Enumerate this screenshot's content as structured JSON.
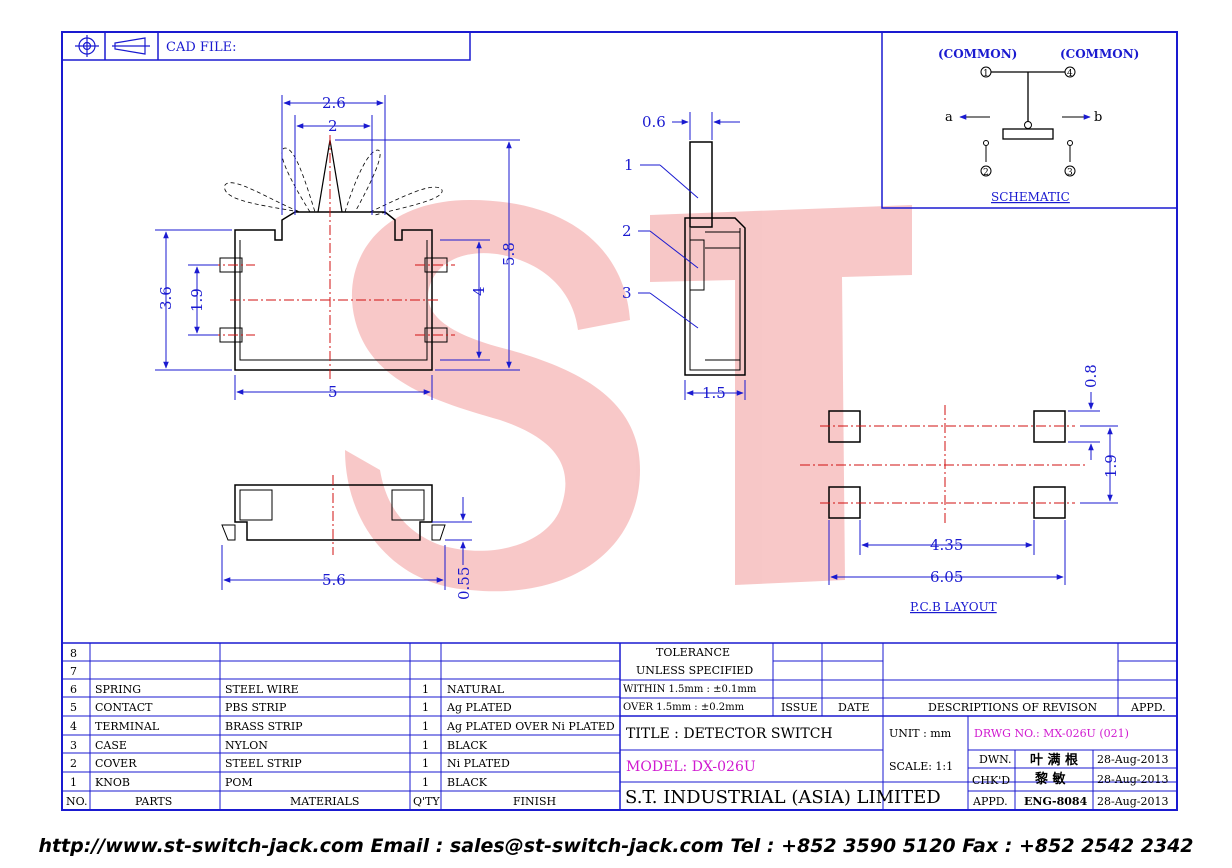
{
  "header": {
    "cad_file_label": "CAD FILE:"
  },
  "schematic": {
    "common_left": "(COMMON)",
    "common_right": "(COMMON)",
    "pin1": "1",
    "pin2": "2",
    "pin3": "3",
    "pin4": "4",
    "dir_a": "a",
    "dir_b": "b",
    "title": "SCHEMATIC"
  },
  "watermark": {
    "text": "ST",
    "color": "#f0a0a0"
  },
  "dims": {
    "top_w1": "2.6",
    "top_w2": "2",
    "height_total": "5.8",
    "left_h": "3.6",
    "left_h2": "1.9",
    "body_h": "4",
    "body_w": "5",
    "side_w": "0.6",
    "side_depth": "1.5",
    "callout1": "1",
    "callout2": "2",
    "callout3": "3",
    "bottom_w": "5.6",
    "bottom_h": "0.55",
    "pcb_pad": "0.8",
    "pcb_pitch_y": "1.9",
    "pcb_inner": "4.35",
    "pcb_outer": "6.05",
    "pcb_title": "P.C.B LAYOUT"
  },
  "bom": {
    "rows": [
      {
        "no": "8",
        "part": "",
        "material": "",
        "qty": "",
        "finish": ""
      },
      {
        "no": "7",
        "part": "",
        "material": "",
        "qty": "",
        "finish": ""
      },
      {
        "no": "6",
        "part": "SPRING",
        "material": "STEEL WIRE",
        "qty": "1",
        "finish": "NATURAL"
      },
      {
        "no": "5",
        "part": "CONTACT",
        "material": "PBS STRIP",
        "qty": "1",
        "finish": "Ag PLATED"
      },
      {
        "no": "4",
        "part": "TERMINAL",
        "material": "BRASS STRIP",
        "qty": "1",
        "finish": "Ag PLATED OVER Ni PLATED"
      },
      {
        "no": "3",
        "part": "CASE",
        "material": "NYLON",
        "qty": "1",
        "finish": "BLACK"
      },
      {
        "no": "2",
        "part": "COVER",
        "material": "STEEL STRIP",
        "qty": "1",
        "finish": "Ni PLATED"
      },
      {
        "no": "1",
        "part": "KNOB",
        "material": "POM",
        "qty": "1",
        "finish": "BLACK"
      }
    ],
    "headers": {
      "no": "NO.",
      "part": "PARTS",
      "material": "MATERIALS",
      "qty": "Q'TY",
      "finish": "FINISH"
    }
  },
  "tolerance": {
    "title": "TOLERANCE",
    "subtitle": "UNLESS   SPECIFIED",
    "within": "WITHIN  1.5mm : ±0.1mm",
    "over": "OVER    1.5mm : ±0.2mm"
  },
  "revision": {
    "issue": "ISSUE",
    "date": "DATE",
    "desc": "DESCRIPTIONS  OF  REVISON",
    "appd": "APPD."
  },
  "title_block": {
    "title": "TITLE : DETECTOR SWITCH",
    "model": "MODEL: DX-026U",
    "company": "S.T.  INDUSTRIAL  (ASIA)  LIMITED",
    "unit_label": "UNIT :   mm",
    "scale_label": "SCALE:   1:1",
    "drwg_no": "DRWG NO.: MX-026U (021)",
    "dwn_label": "DWN.",
    "dwn_name": "叶 满 根",
    "dwn_date": "28-Aug-2013",
    "chkd_label": "CHK'D",
    "chkd_name": "黎 敏",
    "chkd_date": "28-Aug-2013",
    "appd_label": "APPD.",
    "appd_name": "ENG-8084",
    "appd_date": "28-Aug-2013"
  },
  "footer": {
    "text": "http://www.st-switch-jack.com  Email : sales@st-switch-jack.com  Tel : +852 3590 5120  Fax : +852 2542 2342"
  }
}
